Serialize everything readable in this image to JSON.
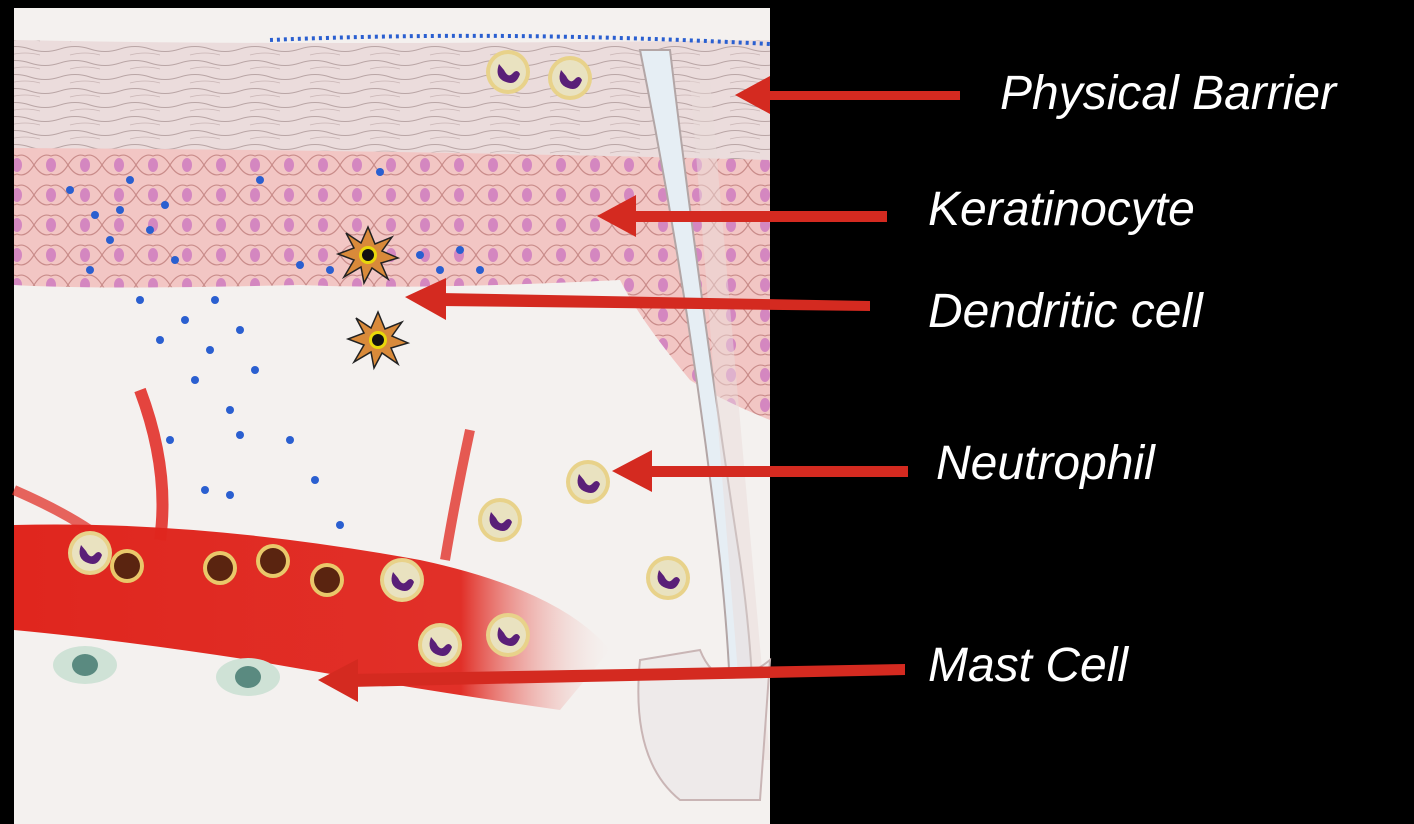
{
  "labels": {
    "physical_barrier": "Physical Barrier",
    "keratinocyte": "Keratinocyte",
    "dendritic_cell": "Dendritic cell",
    "neutrophil": "Neutrophil",
    "mast_cell": "Mast Cell"
  },
  "colors": {
    "background": "#000000",
    "arrow": "#d42a20",
    "label_text": "#ffffff",
    "vessel": "#e0261e",
    "keratinocyte_layer": "#f2c2c0",
    "barrier_layer": "#e8d8d6",
    "dermis": "#f4f1ef",
    "dots": "#2a5fd0"
  }
}
